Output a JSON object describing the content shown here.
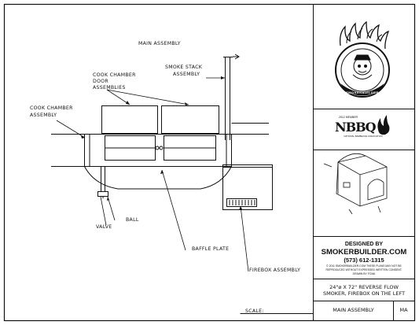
{
  "drawing": {
    "title": "MAIN ASSEMBLY",
    "labels": {
      "smoke_stack": [
        "SMOKE STACK",
        "ASSEMBLY"
      ],
      "cook_chamber_door": [
        "COOK CHAMBER",
        "DOOR",
        "ASSEMBLIES"
      ],
      "cook_chamber": [
        "COOK CHAMBER",
        "ASSEMBLY"
      ],
      "ball": "BALL",
      "valve": "VALVE",
      "baffle_plate": "BAFFLE PLATE",
      "firebox": "FIREBOX ASSEMBLY"
    },
    "scale_label": "SCALE:"
  },
  "title_block": {
    "logo_text": "SMOKERBUILDER",
    "nbbq_small": "2012 MEMBER",
    "nbbq_mark": "NBBQ",
    "nbbq_caption": "NATIONAL BARBECUE ASSOCIATION",
    "designed_by": "DESIGNED BY",
    "company": "SMOKERBUILDER.COM",
    "phone": "(573) 612-1315",
    "copyright": [
      "© 2011 SMOKERBUILDER.COM THESE PLANS MAY NOT BE",
      "REPRODUCED WITHOUT EXPRESSED WRITTEN CONSENT.",
      "DRAWN BY FCMA"
    ],
    "description": [
      "24\"ø X 72\" REVERSE FLOW",
      "SMOKER, FIREBOX ON THE LEFT"
    ],
    "sheet_name": "MAIN ASSEMBLY",
    "sheet_code": "MA"
  }
}
